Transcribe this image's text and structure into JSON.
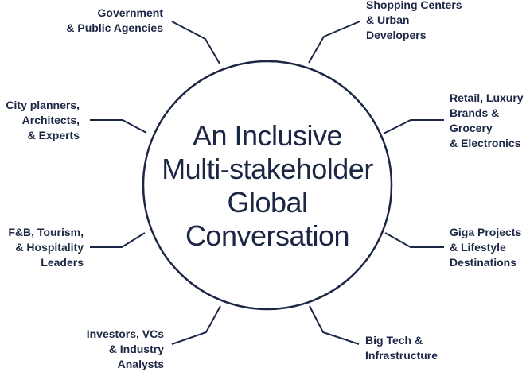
{
  "center": {
    "lines": [
      "An Inclusive",
      "Multi-stakeholder",
      "Global",
      "Conversation"
    ]
  },
  "stakeholders": [
    {
      "lines": [
        "Government",
        "& Public Agencies"
      ]
    },
    {
      "lines": [
        "Shopping Centers",
        "& Urban",
        "Developers"
      ]
    },
    {
      "lines": [
        "City planners,",
        "Architects,",
        "& Experts"
      ]
    },
    {
      "lines": [
        "Retail, Luxury",
        "Brands &",
        "Grocery",
        "& Electronics"
      ]
    },
    {
      "lines": [
        "F&B, Tourism,",
        "& Hospitality",
        "Leaders"
      ]
    },
    {
      "lines": [
        "Giga Projects",
        "& Lifestyle",
        "Destinations"
      ]
    },
    {
      "lines": [
        "Investors, VCs",
        "& Industry",
        "Analysts"
      ]
    },
    {
      "lines": [
        "Big Tech &",
        "Infrastructure"
      ]
    }
  ],
  "colors": {
    "text": "#1c2745",
    "lines": "#1c2745",
    "background": "#ffffff"
  }
}
